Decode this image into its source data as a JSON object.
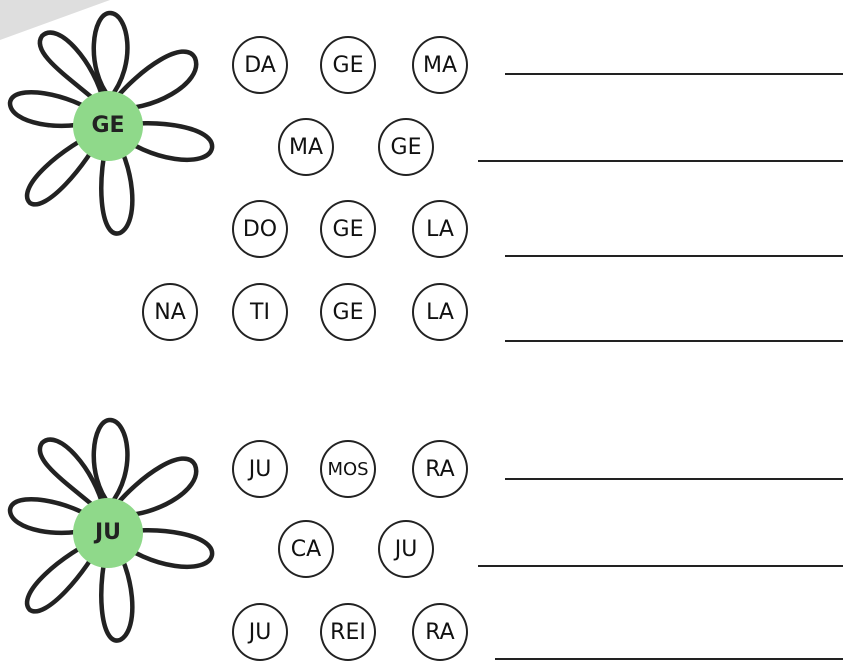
{
  "groups": [
    {
      "center": "GE",
      "rows": [
        [
          "DA",
          "GE",
          "MA"
        ],
        [
          "MA",
          "GE"
        ],
        [
          "DO",
          "GE",
          "LA"
        ],
        [
          "NA",
          "TI",
          "GE",
          "LA"
        ]
      ]
    },
    {
      "center": "JU",
      "rows": [
        [
          "JU",
          "MOS",
          "RA"
        ],
        [
          "CA",
          "JU"
        ],
        [
          "JU",
          "REI",
          "RA"
        ]
      ]
    }
  ],
  "colors": {
    "flower_center": "#8fd98a",
    "outline": "#222222"
  },
  "icons": [
    "flower-icon"
  ]
}
